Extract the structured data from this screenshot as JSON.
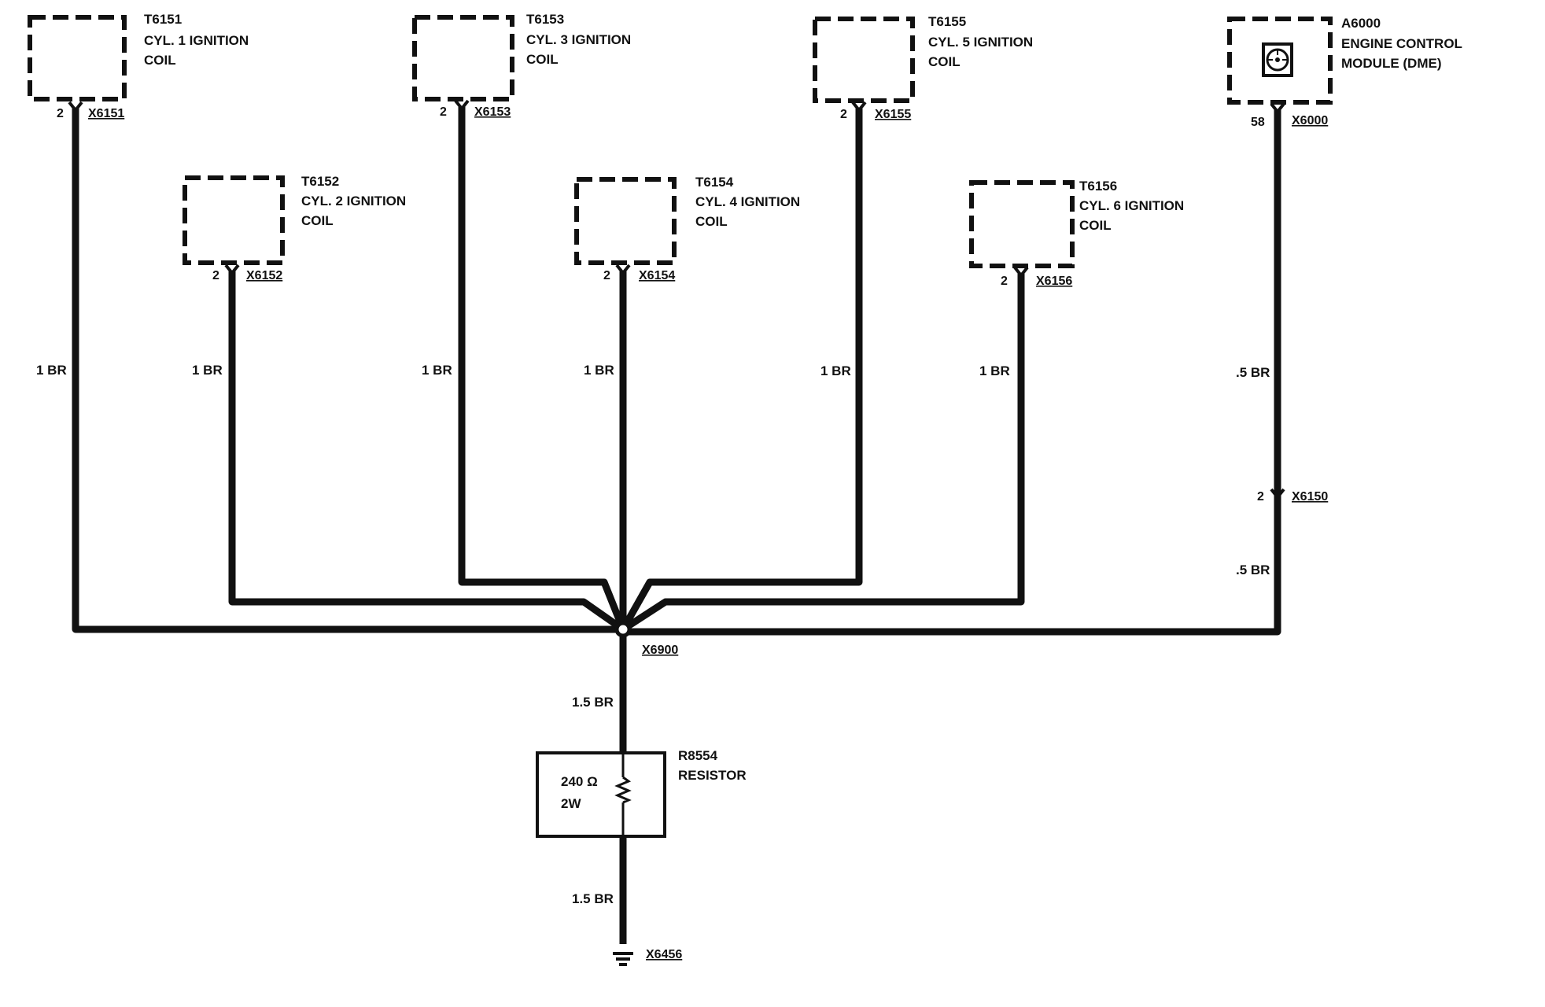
{
  "components": {
    "t6151": {
      "id": "T6151",
      "line1": "CYL. 1 IGNITION",
      "line2": "COIL",
      "pin": "2",
      "connector": "X6151",
      "wire": "1 BR"
    },
    "t6152": {
      "id": "T6152",
      "line1": "CYL. 2 IGNITION",
      "line2": "COIL",
      "pin": "2",
      "connector": "X6152",
      "wire": "1 BR"
    },
    "t6153": {
      "id": "T6153",
      "line1": "CYL. 3 IGNITION",
      "line2": "COIL",
      "pin": "2",
      "connector": "X6153",
      "wire": "1 BR"
    },
    "t6154": {
      "id": "T6154",
      "line1": "CYL. 4 IGNITION",
      "line2": "COIL",
      "pin": "2",
      "connector": "X6154",
      "wire": "1 BR"
    },
    "t6155": {
      "id": "T6155",
      "line1": "CYL. 5 IGNITION",
      "line2": "COIL",
      "pin": "2",
      "connector": "X6155",
      "wire": "1 BR"
    },
    "t6156": {
      "id": "T6156",
      "line1": "CYL. 6 IGNITION",
      "line2": "COIL",
      "pin": "2",
      "connector": "X6156",
      "wire": "1 BR"
    },
    "a6000": {
      "id": "A6000",
      "line1": "ENGINE CONTROL",
      "line2": "MODULE (DME)",
      "pin": "58",
      "connector": "X6000",
      "wire_upper": ".5 BR",
      "wire_lower": ".5 BR",
      "inline_pin": "2",
      "inline_connector": "X6150"
    }
  },
  "splice": {
    "connector": "X6900",
    "wire_down": "1.5 BR"
  },
  "resistor": {
    "id": "R8554",
    "name": "RESISTOR",
    "value": "240 Ω",
    "power": "2W",
    "wire_down": "1.5 BR"
  },
  "ground": {
    "connector": "X6456"
  }
}
